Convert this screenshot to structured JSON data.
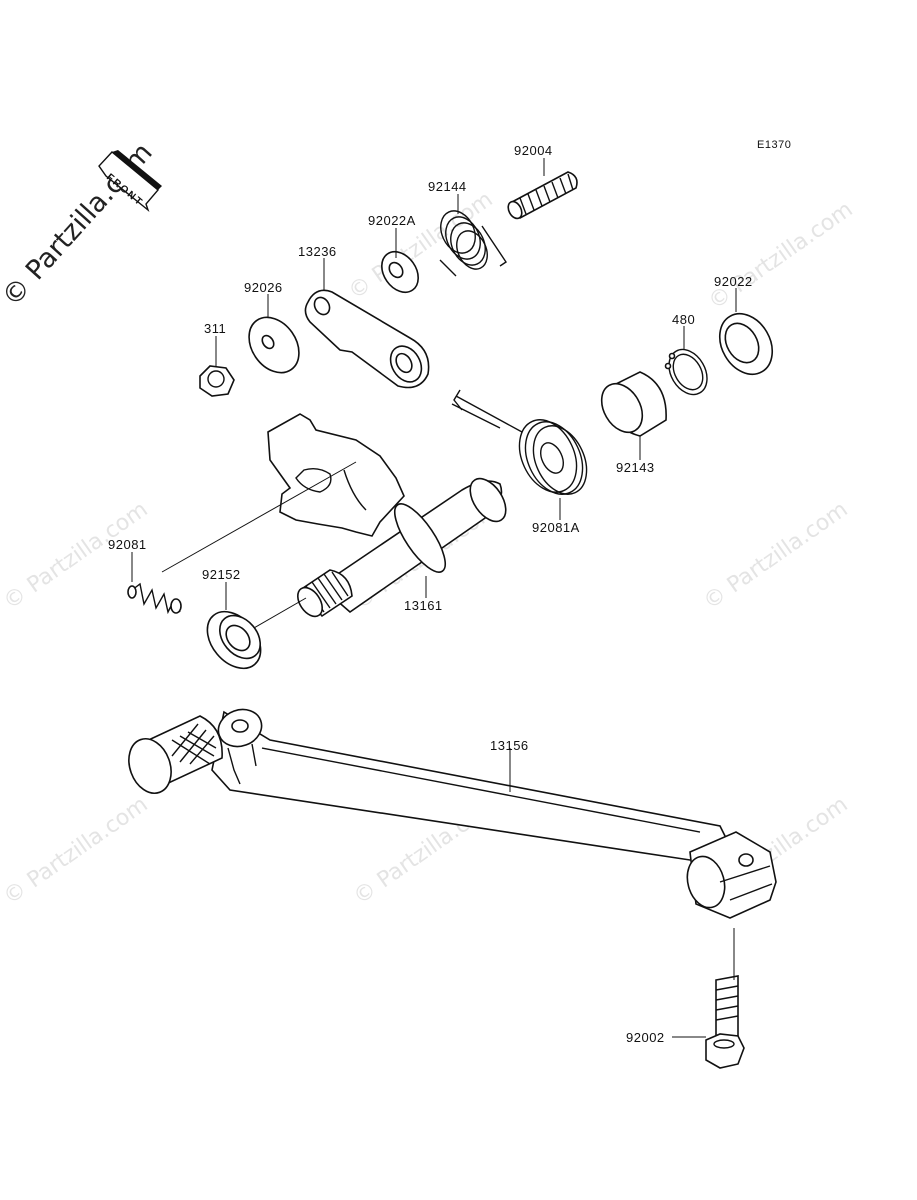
{
  "diagram_code": "E1370",
  "watermark_text": "© Partzilla.com",
  "front_arrow_text": "FRONT",
  "labels": {
    "p92004": "92004",
    "p92144": "92144",
    "p92022A": "92022A",
    "p13236": "13236",
    "p92026": "92026",
    "p311": "311",
    "p92022": "92022",
    "p480": "480",
    "p92143": "92143",
    "p92081A": "92081A",
    "p92081": "92081",
    "p92152": "92152",
    "p13161": "13161",
    "p13156": "13156",
    "p92002": "92002"
  }
}
